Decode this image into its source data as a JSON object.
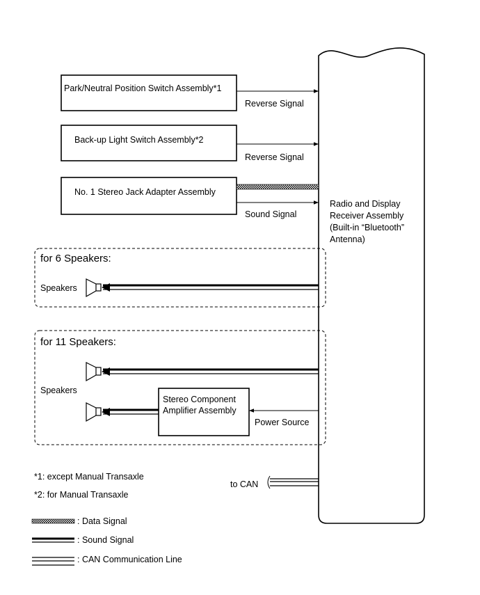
{
  "components": {
    "park_neutral": "Park/Neutral Position Switch Assembly*1",
    "backup_light": "Back-up Light Switch Assembly*2",
    "stereo_jack": "No. 1 Stereo Jack Adapter Assembly",
    "receiver": {
      "line1": "Radio and Display",
      "line2": "Receiver Assembly",
      "line3": "(Built-in “Bluetooth”",
      "line4": "Antenna)"
    },
    "amplifier": {
      "line1": "Stereo Component",
      "line2": "Amplifier Assembly"
    }
  },
  "signals": {
    "reverse_1": "Reverse Signal",
    "reverse_2": "Reverse Signal",
    "sound": "Sound Signal",
    "power": "Power Source",
    "can": "to CAN"
  },
  "groups": {
    "six": {
      "title": "for 6 Speakers:",
      "speakers_label": "Speakers"
    },
    "eleven": {
      "title": "for 11 Speakers:",
      "speakers_label": "Speakers"
    }
  },
  "notes": {
    "note1": "*1: except Manual Transaxle",
    "note2": "*2: for Manual Transaxle"
  },
  "legend": {
    "data": ": Data Signal",
    "sound": ": Sound Signal",
    "can": ": CAN Communication Line"
  }
}
